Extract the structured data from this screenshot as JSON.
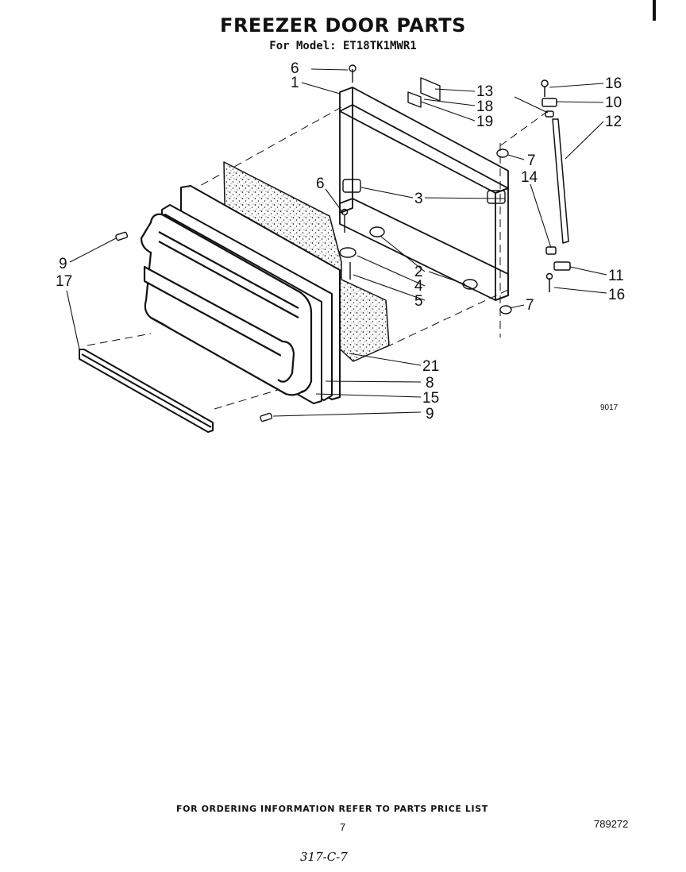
{
  "header": {
    "title": "FREEZER DOOR PARTS",
    "subtitle": "For Model: ET18TK1MWR1"
  },
  "callouts": {
    "c1": "1",
    "c2": "2",
    "c3": "3",
    "c4": "4",
    "c5": "5",
    "c6a": "6",
    "c6b": "6",
    "c7a": "7",
    "c7b": "7",
    "c8": "8",
    "c9a": "9",
    "c9b": "9",
    "c10": "10",
    "c11": "11",
    "c12": "12",
    "c13": "13",
    "c14": "14",
    "c15": "15",
    "c16a": "16",
    "c16b": "16",
    "c17": "17",
    "c18": "18",
    "c19": "19",
    "c21": "21"
  },
  "figure_code": "9017",
  "footer": {
    "ordering_note": "FOR ORDERING INFORMATION REFER TO PARTS PRICE LIST",
    "page_number": "7",
    "doc_number": "789272",
    "handwritten": "317-C-7"
  }
}
